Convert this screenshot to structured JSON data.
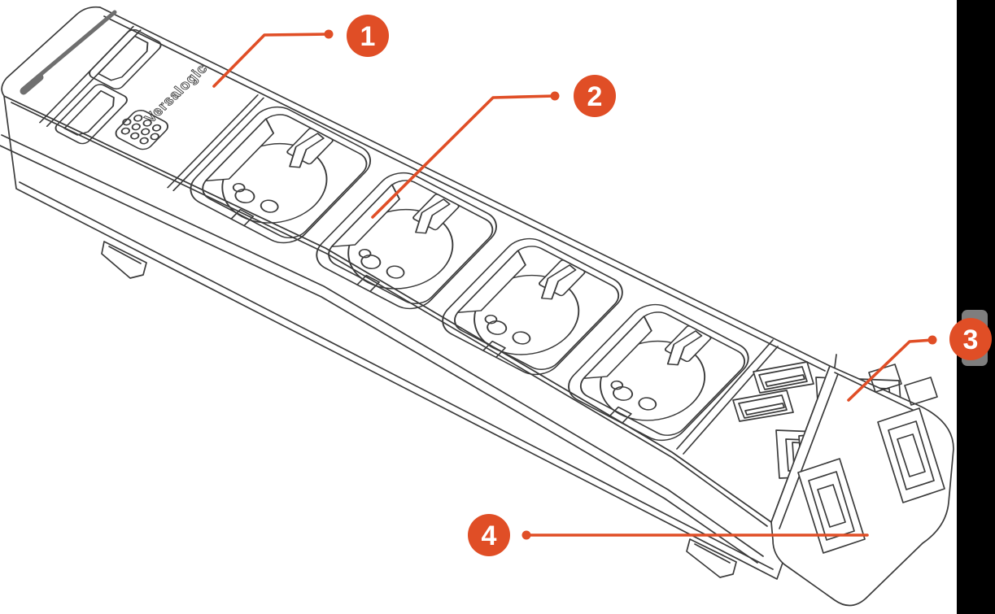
{
  "diagram": {
    "brand_label": "Versalogic",
    "callouts": [
      {
        "number": "1",
        "target": "brand-panel"
      },
      {
        "number": "2",
        "target": "schuko-socket-2"
      },
      {
        "number": "3",
        "target": "rj45-jack-upper"
      },
      {
        "number": "4",
        "target": "endcap-port-lower"
      }
    ],
    "colors": {
      "accent_orange": "#E04E26",
      "line": "#3B3B3B",
      "right_bar": "#000000",
      "scroll_thumb": "#7E7E7E",
      "background": "#FFFFFF"
    }
  }
}
